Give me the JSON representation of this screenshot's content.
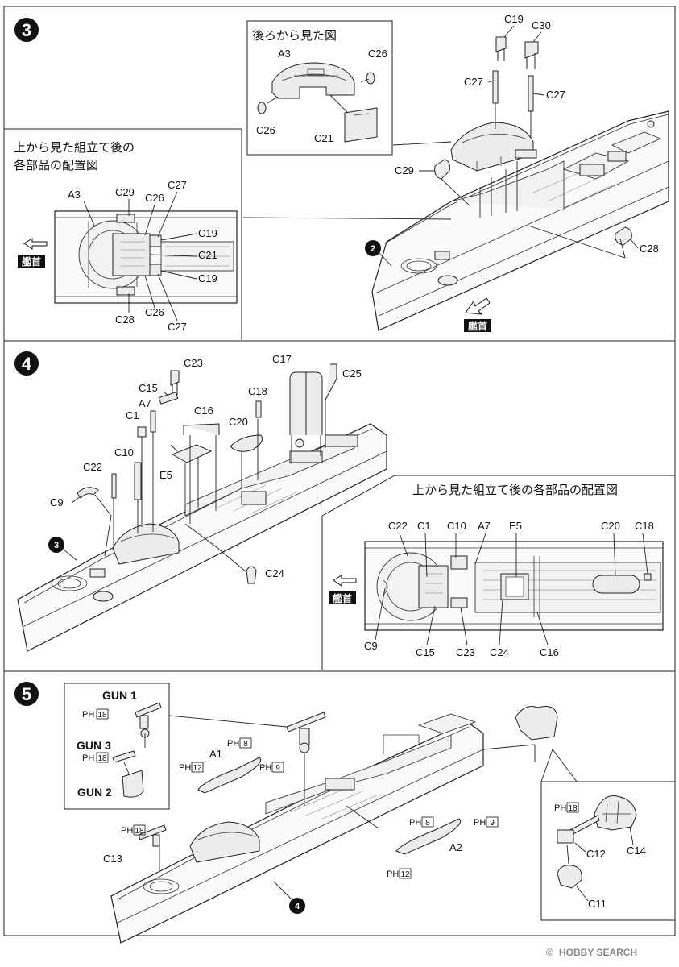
{
  "steps": [
    {
      "number": "3",
      "rear_view_title": "後ろから見た図",
      "top_view_title_line1": "上から見た組立て後の",
      "top_view_title_line2": "各部品の配置図",
      "bow_label": "艦首",
      "ref_step": "2",
      "rear_labels": [
        "A3",
        "C26",
        "C26",
        "C21"
      ],
      "main_labels": [
        "C19",
        "C30",
        "C27",
        "C27",
        "C29",
        "C28"
      ],
      "top_labels": [
        "A3",
        "C29",
        "C26",
        "C27",
        "C19",
        "C21",
        "C19",
        "C28",
        "C26",
        "C27"
      ]
    },
    {
      "number": "4",
      "top_view_title": "上から見た組立て後の各部品の配置図",
      "bow_label": "艦首",
      "ref_step": "3",
      "main_labels": [
        "C23",
        "C17",
        "C25",
        "C15",
        "A7",
        "C18",
        "C16",
        "C1",
        "C20",
        "C10",
        "E5",
        "C22",
        "C9",
        "C24"
      ],
      "top_labels": [
        "C22",
        "C1",
        "C10",
        "A7",
        "E5",
        "C20",
        "C18",
        "C9",
        "C15",
        "C23",
        "C24",
        "C16"
      ]
    },
    {
      "number": "5",
      "ref_step": "4",
      "gun_labels": [
        "GUN 1",
        "GUN 3",
        "GUN 2"
      ],
      "ph_prefix": "PH",
      "ph_values": [
        "18",
        "18",
        "8",
        "9",
        "12",
        "18",
        "8",
        "9",
        "12",
        "18"
      ],
      "main_labels": [
        "A1",
        "C13",
        "A2"
      ],
      "detail_labels": [
        "C14",
        "C12",
        "C11"
      ]
    }
  ],
  "watermark": "HOBBY SEARCH",
  "watermark_mark": "©"
}
